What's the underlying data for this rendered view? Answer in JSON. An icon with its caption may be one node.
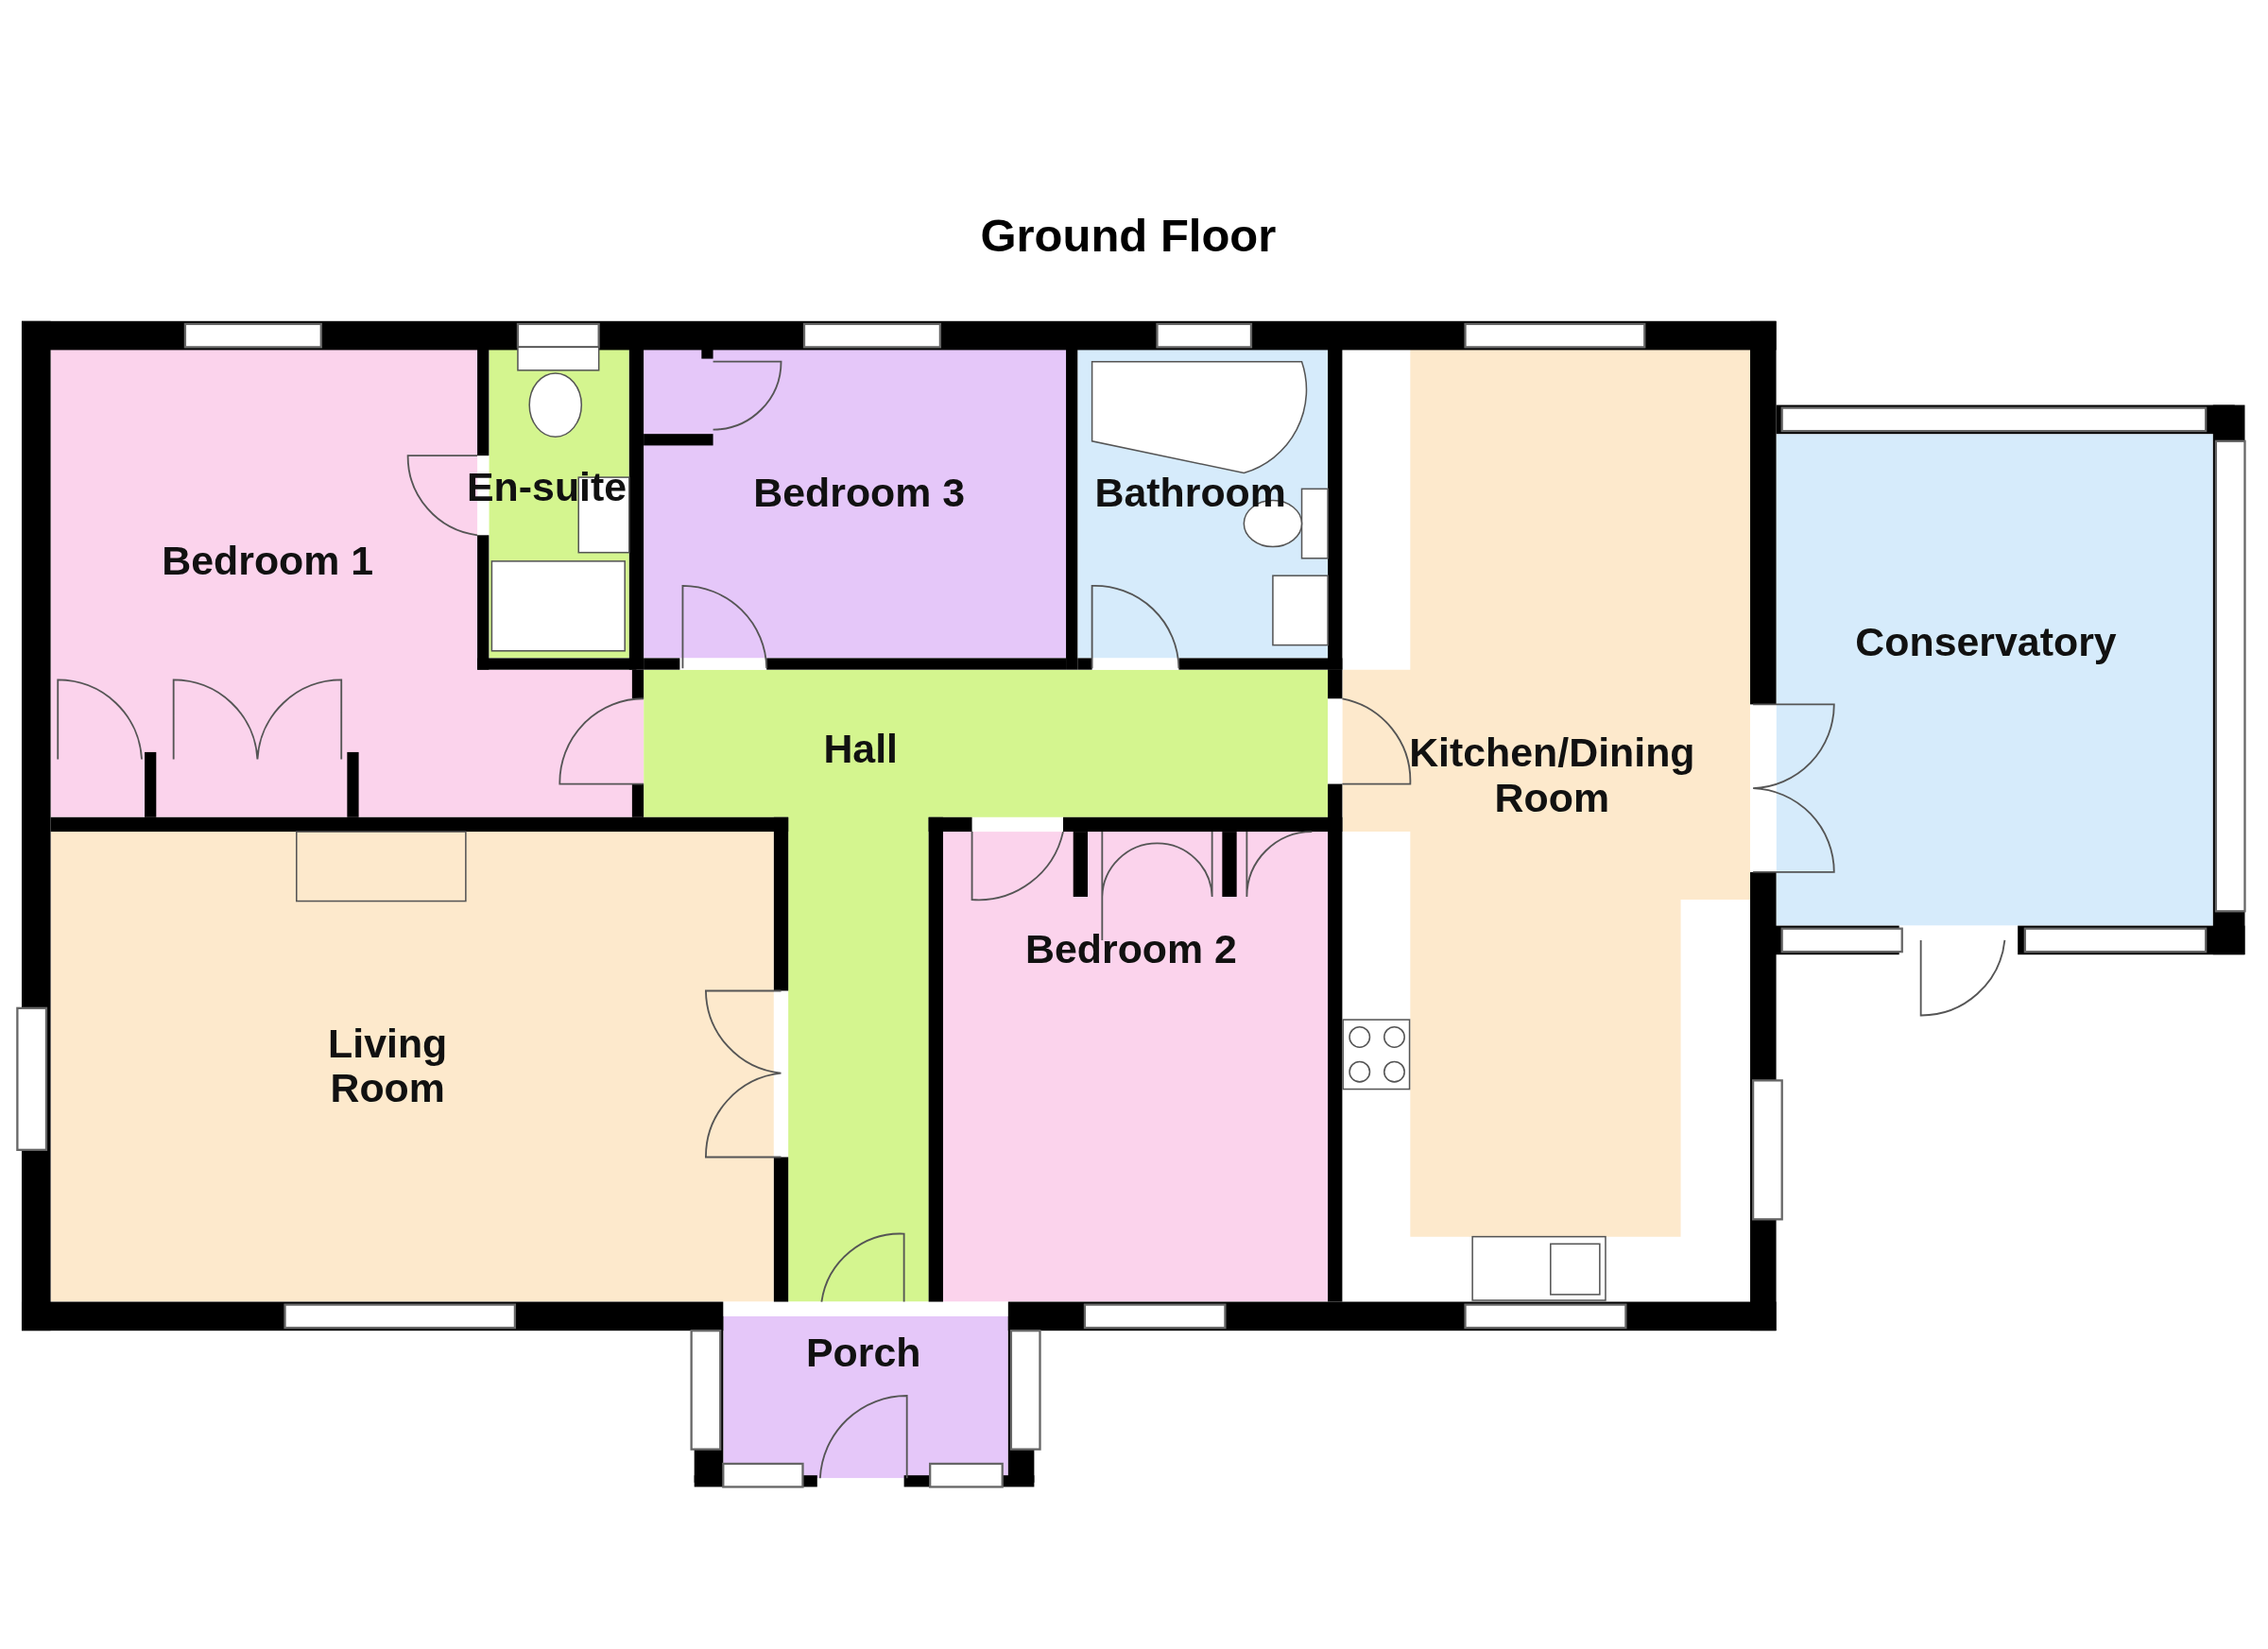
{
  "diagram": {
    "title": "Ground Floor",
    "nodes": [
      {
        "text": [
          "Bedroom 1"
        ]
      },
      {
        "text": [
          "En-suite"
        ]
      },
      {
        "text": [
          "Bedroom 3"
        ]
      },
      {
        "text": [
          "Bathroom"
        ]
      },
      {
        "text": [
          "Kitchen/Dining Room"
        ]
      },
      {
        "text": [
          "Conservatory"
        ]
      },
      {
        "text": [
          "Hall"
        ]
      },
      {
        "text": [
          "Living Room"
        ]
      },
      {
        "text": [
          "Bedroom 2"
        ]
      },
      {
        "text": [
          "Porch"
        ]
      }
    ],
    "edges": []
  }
}
